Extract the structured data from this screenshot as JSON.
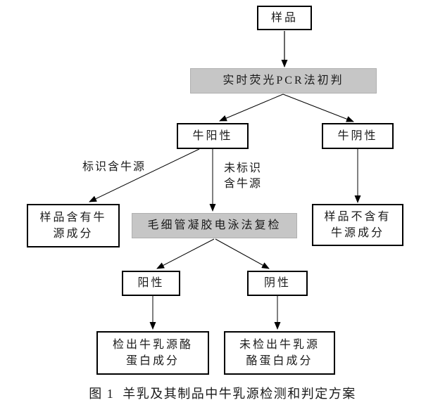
{
  "diagram": {
    "caption": "图 1  羊乳及其制品中牛乳源检测和判定方案",
    "nodes": {
      "sample": {
        "label": "样品"
      },
      "pcr_screen": {
        "label": "实时荧光PCR法初判"
      },
      "bovine_positive": {
        "label": "牛阳性"
      },
      "bovine_negative": {
        "label": "牛阴性"
      },
      "contains_bovine": {
        "label": "样品含有牛\n源成分"
      },
      "not_contains_bovine": {
        "label": "样品不含有\n牛源成分"
      },
      "cge_recheck": {
        "label": "毛细管凝胶电泳法复检"
      },
      "positive": {
        "label": "阳性"
      },
      "negative": {
        "label": "阴性"
      },
      "casein_detected": {
        "label": "检出牛乳源酪\n蛋白成分"
      },
      "casein_not_detected": {
        "label": "未检出牛乳源\n酪蛋白成分"
      }
    },
    "edge_labels": {
      "labeled_bovine": "标识含牛源",
      "unlabeled_bovine": "未标识\n含牛源"
    },
    "colors": {
      "process_fill": "#c6c6c6",
      "box_border": "#000000",
      "arrow": "#000000",
      "text": "#1a1a1a"
    }
  }
}
